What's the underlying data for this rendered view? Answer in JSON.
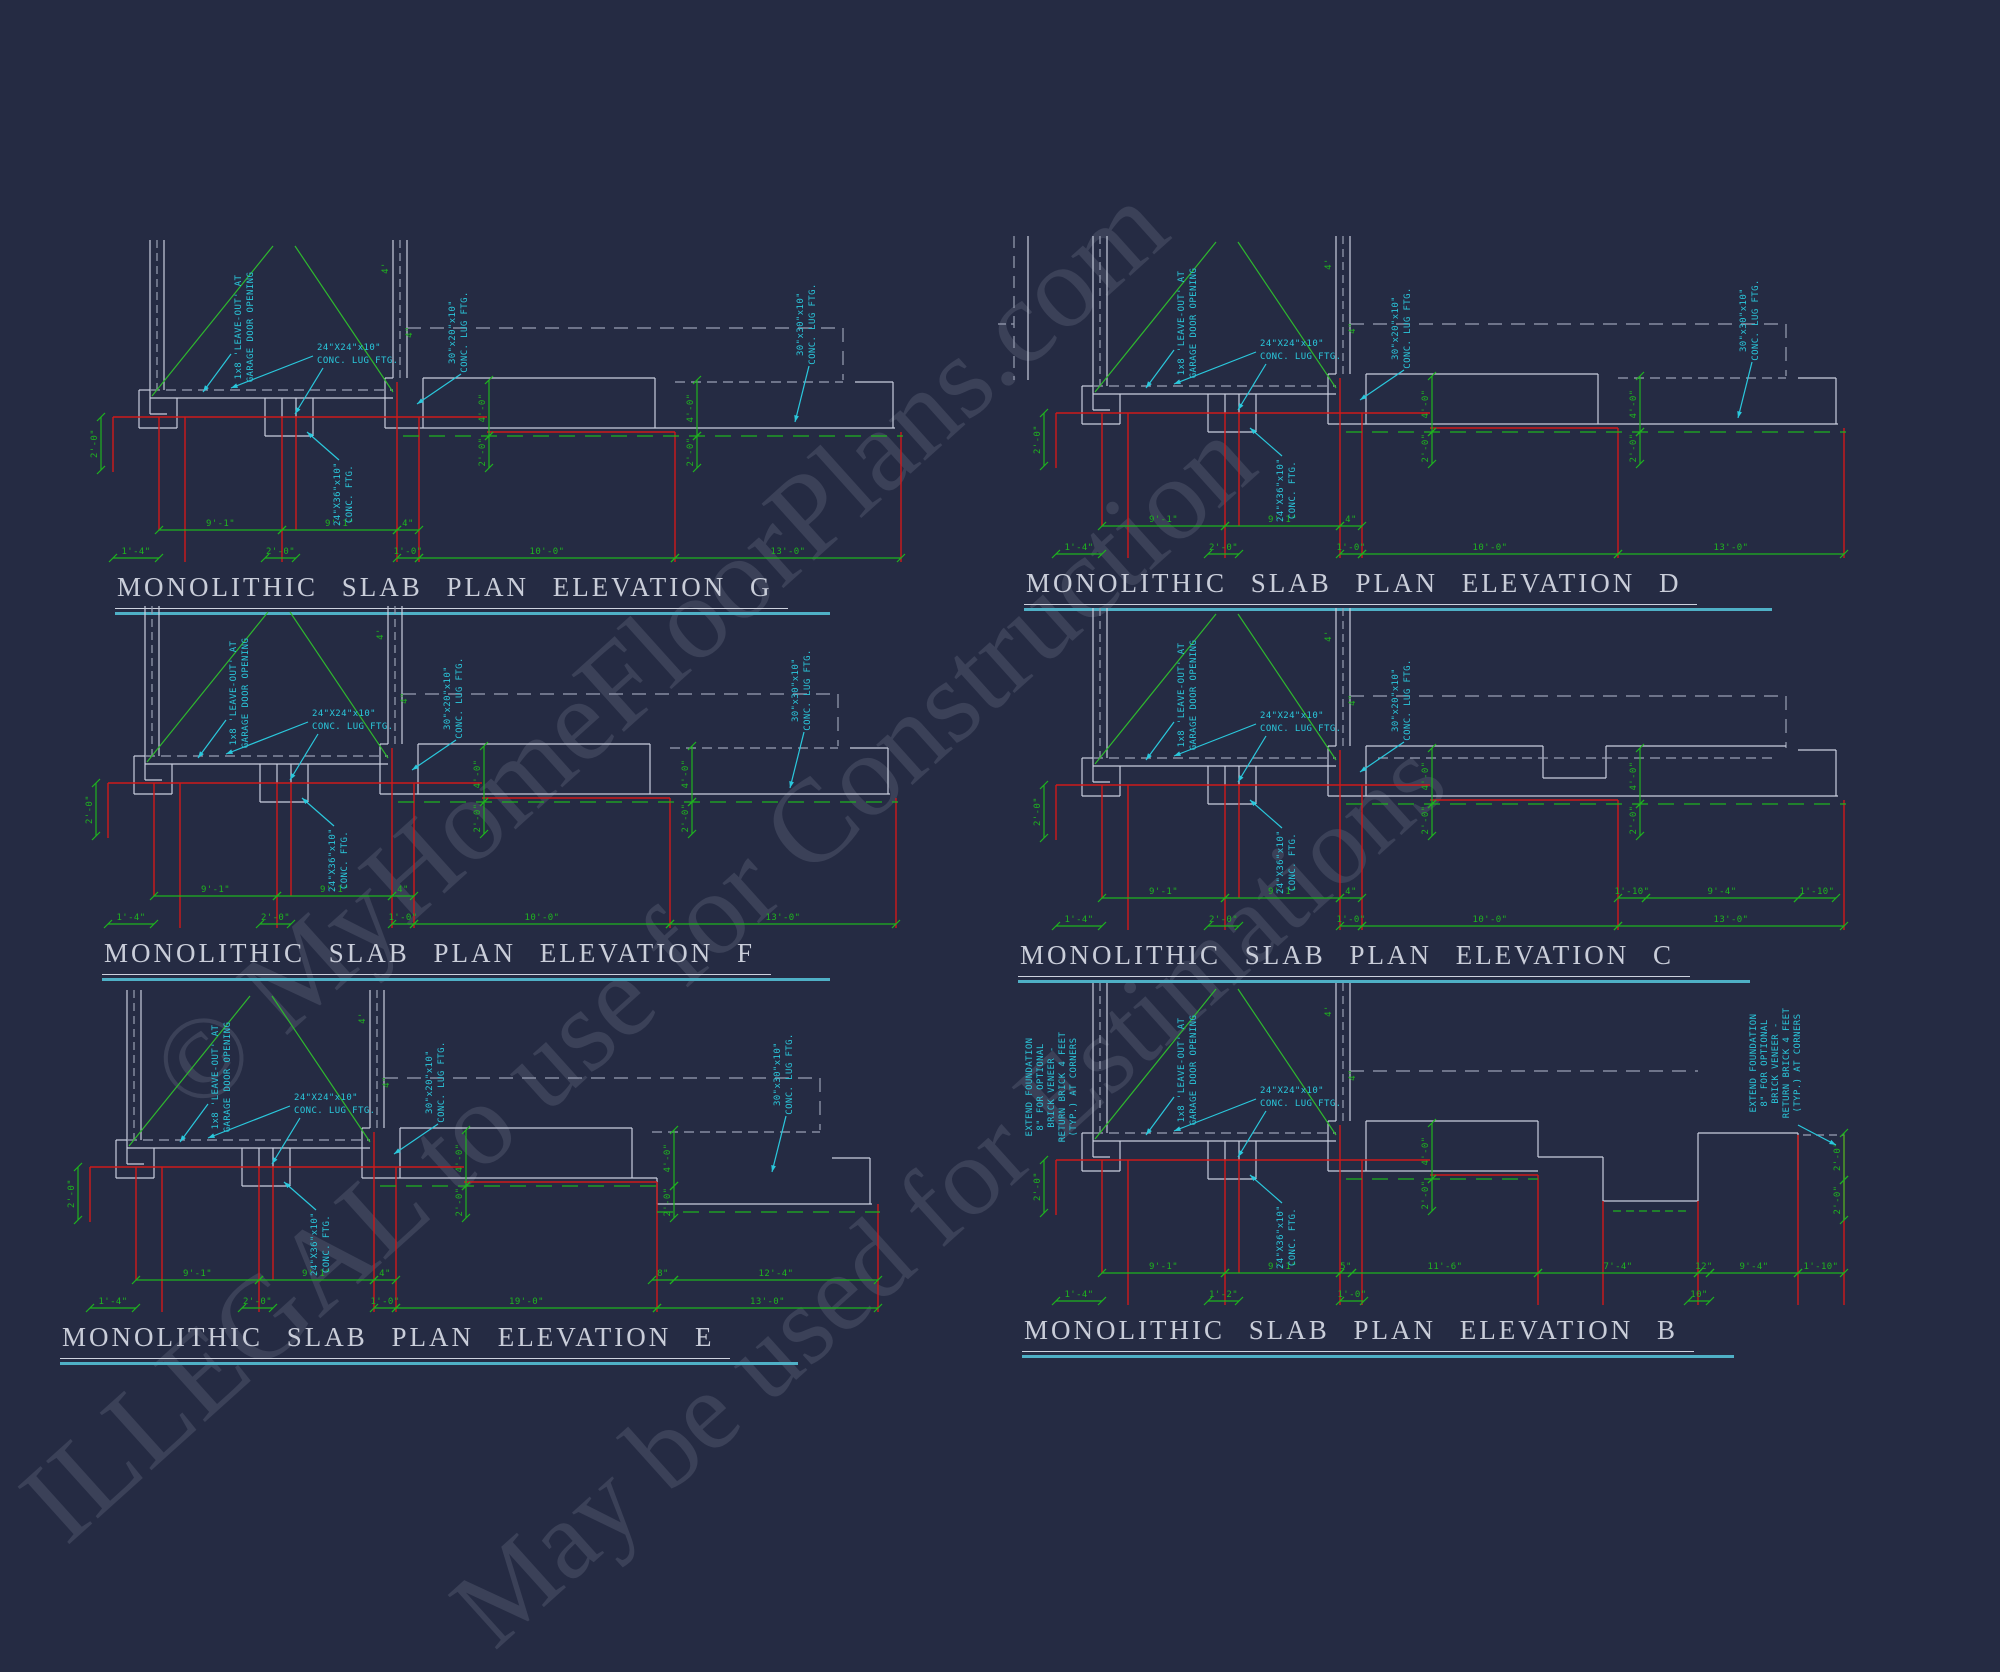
{
  "colors": {
    "background": "#252b43",
    "line": "#c9cede",
    "dash": "#9aa0b4",
    "red": "#cf1a1a",
    "green": "#1fb41f",
    "green2": "#2eb82e",
    "cyan": "#2ac8dc",
    "title": "#c9cdd9",
    "underline": "#4fb0c6"
  },
  "watermark": {
    "lines": [
      "© MyHomeFloorPlans.com",
      "ILLEGAL to use for Construction",
      "May be used for Estimations"
    ]
  },
  "panels": [
    {
      "id": "G",
      "title": "MONOLITHIC SLAB PLAN ELEVATION G",
      "labels": {
        "leaveout": [
          "1x8 'LEAVE-OUT' AT",
          "GARAGE DOOR OPENING"
        ],
        "lug24": [
          "24\"X24\"x10\"",
          "CONC. LUG FTG."
        ],
        "ftg2436": [
          "24\"X36\"x10\"",
          "CONC. FTG."
        ],
        "lug3020": [
          "30\"x20\"x10\"",
          "CONC. LUG FTG."
        ],
        "lug3030": [
          "30\"x30\"x10\"",
          "CONC. LUG FTG."
        ]
      },
      "dims": {
        "row1": [
          "9'-1\"",
          "9'-1\"",
          "4\""
        ],
        "row2": [
          "1'-4\"",
          "2'-0\"",
          "1'-0\"",
          "10'-0\"",
          "13'-0\""
        ],
        "vdims": [
          "2'-0\"",
          "4'-0\"",
          "2'-0\"",
          "4'-0\"",
          "2'-0\""
        ],
        "small": [
          "4'",
          "4\""
        ]
      }
    },
    {
      "id": "D",
      "title": "MONOLITHIC SLAB PLAN ELEVATION D",
      "labels": {
        "leaveout": [
          "1x8 'LEAVE-OUT' AT",
          "GARAGE DOOR OPENING"
        ],
        "lug24": [
          "24\"X24\"x10\"",
          "CONC. LUG FTG."
        ],
        "ftg2436": [
          "24\"X36\"x10\"",
          "CONC. FTG."
        ],
        "lug3020": [
          "30\"x20\"x10\"",
          "CONC. LUG FTG."
        ],
        "lug3030": [
          "30\"x30\"x10\"",
          "CONC. LUG FTG."
        ]
      },
      "dims": {
        "row1": [
          "9'-1\"",
          "9'-1\"",
          "4\""
        ],
        "row2": [
          "1'-4\"",
          "2'-0\"",
          "1'-0\"",
          "10'-0\"",
          "13'-0\""
        ],
        "vdims": [
          "2'-0\"",
          "4'-0\"",
          "2'-0\"",
          "4'-0\"",
          "2'-0\""
        ],
        "small": [
          "4'",
          "4\""
        ]
      }
    },
    {
      "id": "F",
      "title": "MONOLITHIC SLAB PLAN ELEVATION F",
      "labels": {
        "leaveout": [
          "1x8 'LEAVE-OUT' AT",
          "GARAGE DOOR OPENING"
        ],
        "lug24": [
          "24\"X24\"x10\"",
          "CONC. LUG FTG."
        ],
        "ftg2436": [
          "24\"X36\"x10\"",
          "CONC. FTG."
        ],
        "lug3020": [
          "30\"x20\"x10\"",
          "CONC. LUG FTG."
        ],
        "lug3030": [
          "30\"x30\"x10\"",
          "CONC. LUG FTG."
        ]
      },
      "dims": {
        "row1": [
          "9'-1\"",
          "9'-1\"",
          "4\""
        ],
        "row2": [
          "1'-4\"",
          "2'-0\"",
          "1'-0\"",
          "10'-0\"",
          "13'-0\""
        ],
        "vdims": [
          "2'-0\"",
          "4'-0\"",
          "2'-0\"",
          "4'-0\"",
          "2'-0\""
        ],
        "small": [
          "4'",
          "4\""
        ]
      }
    },
    {
      "id": "C",
      "title": "MONOLITHIC SLAB PLAN ELEVATION C",
      "labels": {
        "leaveout": [
          "1x8 'LEAVE-OUT' AT",
          "GARAGE DOOR OPENING"
        ],
        "lug24": [
          "24\"X24\"x10\"",
          "CONC. LUG FTG."
        ],
        "ftg2436": [
          "24\"X36\"x10\"",
          "CONC. FTG."
        ],
        "lug3020": [
          "30\"x20\"x10\"",
          "CONC. LUG FTG."
        ]
      },
      "dims": {
        "row1": [
          "9'-1\"",
          "9'-1\"",
          "4\"",
          "1'-10\"",
          "9'-4\"",
          "1'-10\""
        ],
        "row2": [
          "1'-4\"",
          "2'-0\"",
          "1'-0\"",
          "10'-0\"",
          "13'-0\""
        ],
        "vdims": [
          "2'-0\"",
          "4'-0\"",
          "2'-0\"",
          "4'-0\"",
          "2'-0\""
        ],
        "small": [
          "4'",
          "4\""
        ]
      }
    },
    {
      "id": "E",
      "title": "MONOLITHIC SLAB PLAN ELEVATION E",
      "labels": {
        "leaveout": [
          "1x8 'LEAVE-OUT' AT",
          "GARAGE DOOR OPENING"
        ],
        "lug24": [
          "24\"X24\"x10\"",
          "CONC. LUG FTG."
        ],
        "ftg2436": [
          "24\"X36\"x10\"",
          "CONC. FTG."
        ],
        "lug3020": [
          "30\"x20\"x10\"",
          "CONC. LUG FTG."
        ],
        "lug3030": [
          "30\"x30\"x10\"",
          "CONC. LUG FTG."
        ]
      },
      "dims": {
        "row1": [
          "9'-1\"",
          "9'-1\"",
          "4\"",
          "8\"",
          "12'-4\""
        ],
        "row2": [
          "1'-4\"",
          "2'-0\"",
          "1'-0\"",
          "19'-0\"",
          "13'-0\""
        ],
        "vdims": [
          "2'-0\"",
          "4'-0\"",
          "2'-0\"",
          "4'-0\"",
          "2'-0\""
        ],
        "small": [
          "4'",
          "4\""
        ]
      }
    },
    {
      "id": "B",
      "title": "MONOLITHIC SLAB PLAN ELEVATION B",
      "labels": {
        "leaveout": [
          "1x8 'LEAVE-OUT' AT",
          "GARAGE DOOR OPENING"
        ],
        "lug24": [
          "24\"X24\"x10\"",
          "CONC. LUG FTG."
        ],
        "ftg2436": [
          "24\"X36\"x10\"",
          "CONC. FTG."
        ],
        "extend": [
          "EXTEND FOUNDATION",
          "8\" FOR OPTIONAL",
          "BRICK VENEER -",
          "RETURN BRICK 4 FEET",
          "(TYP.) AT CORNERS"
        ]
      },
      "dims": {
        "row1": [
          "9'-1\"",
          "9'-1\"",
          "5\"",
          "11'-6\"",
          "7'-4\"",
          "12\"",
          "9'-4\"",
          "1'-10\""
        ],
        "row2": [
          "1'-4\"",
          "1'-2\"",
          "1'-0\"",
          "10\""
        ],
        "vdims": [
          "2'-0\"",
          "4'-0\"",
          "2'-0\"",
          "2'-0\"",
          "2'-0\""
        ],
        "small": [
          "4'",
          "4\""
        ]
      }
    }
  ]
}
